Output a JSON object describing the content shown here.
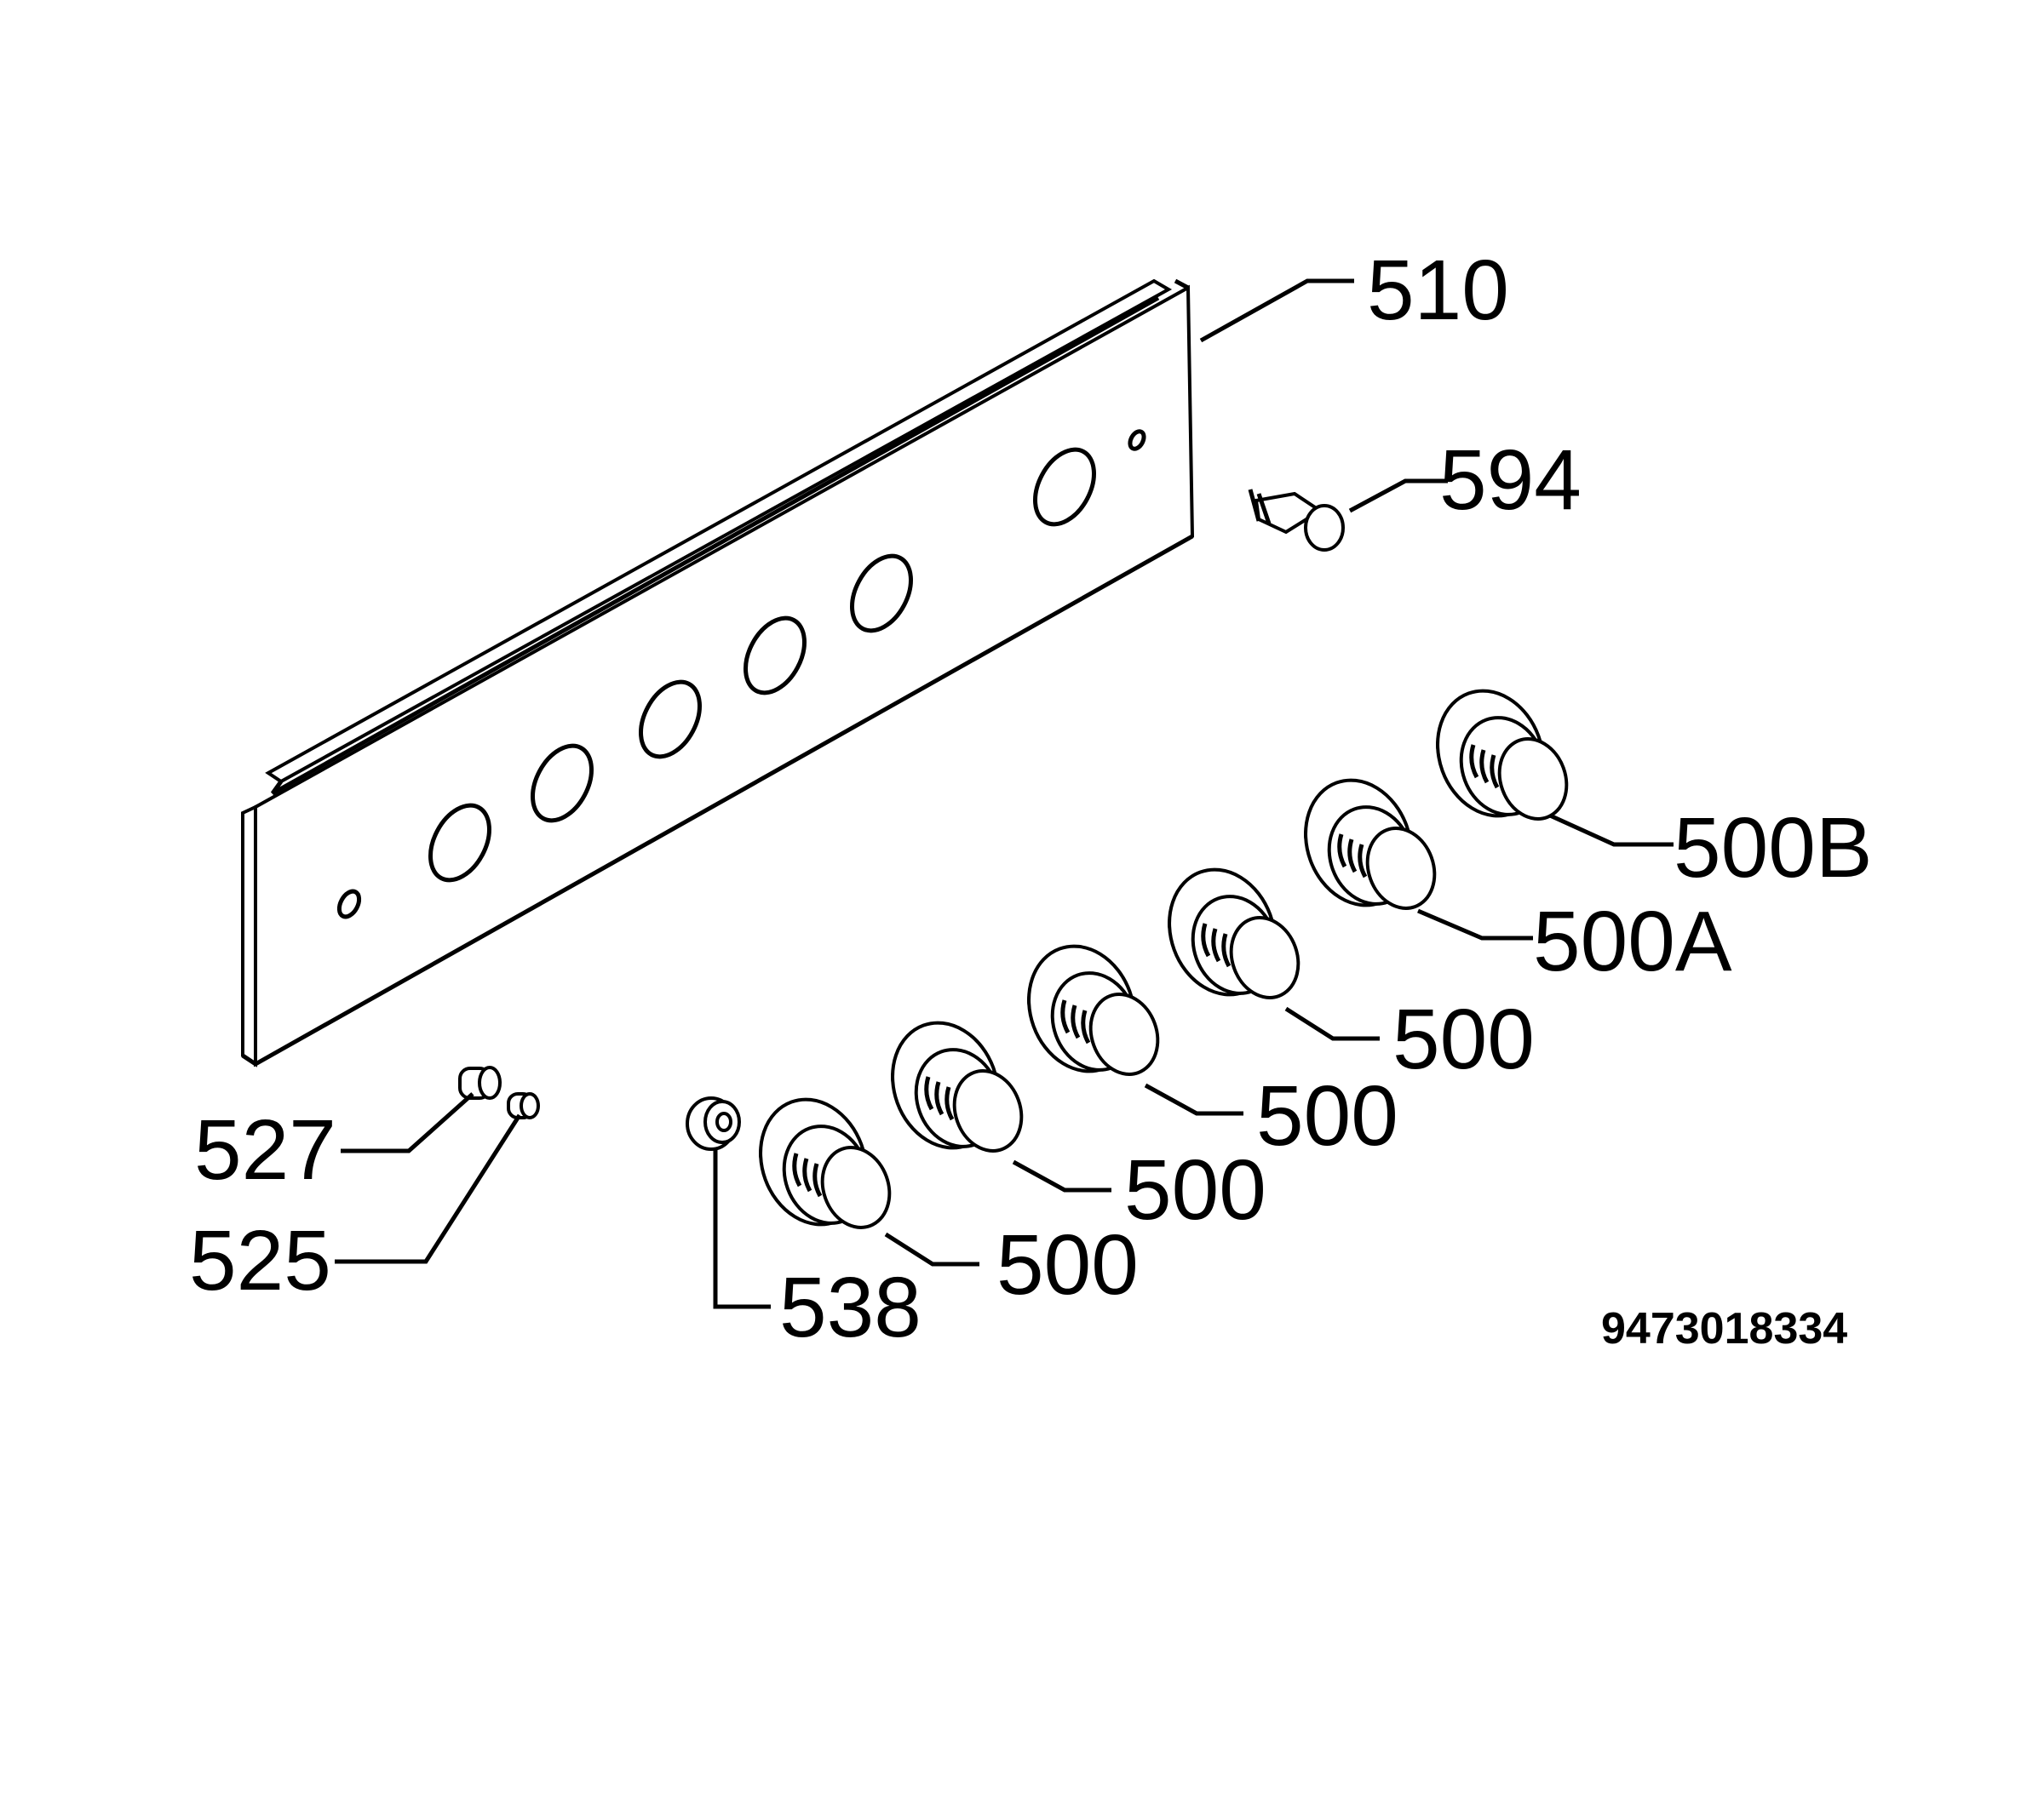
{
  "labels": {
    "panel": "510",
    "pin": "594",
    "knob_b": "500B",
    "knob_a": "500A",
    "knob_1": "500",
    "knob_2": "500",
    "knob_3": "500",
    "knob_4": "500",
    "cap_527": "527",
    "cap_525": "525",
    "ring_538": "538",
    "drawing_number": "9473018334"
  },
  "colors": {
    "line": "#000000",
    "background": "#ffffff"
  }
}
